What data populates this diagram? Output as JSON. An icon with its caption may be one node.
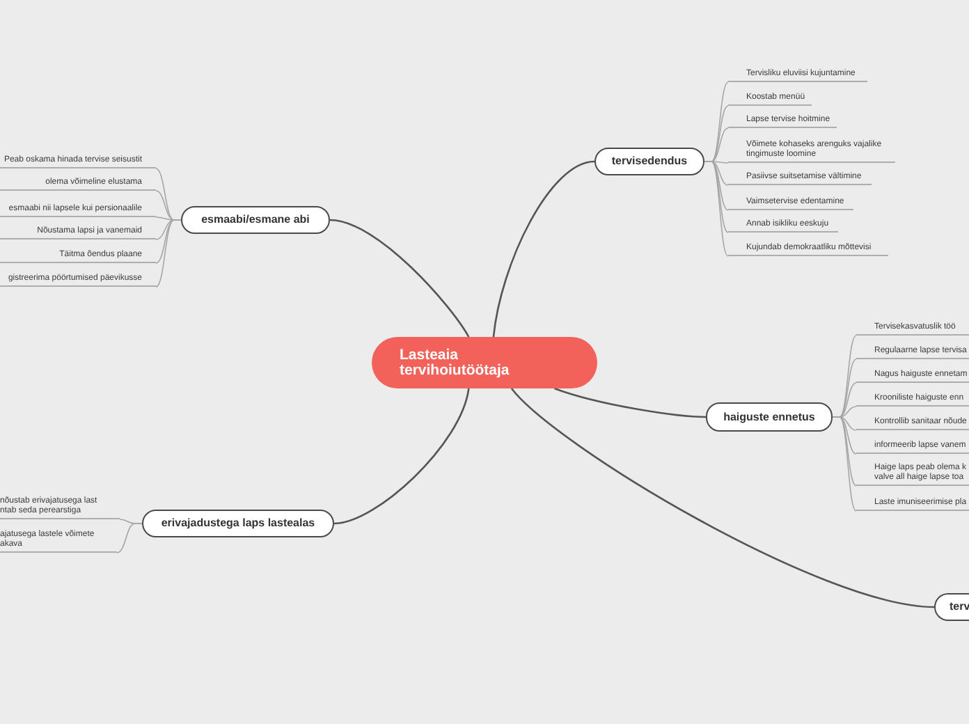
{
  "diagram": {
    "nodes": [
      {
        "text": [
          "Lasteaia tervihoiutöötaja"
        ]
      },
      {
        "text": [
          "tervisedendus"
        ]
      },
      {
        "text": [
          "Tervisliku eluviisi kujuntamine"
        ]
      },
      {
        "text": [
          "Koostab menüü"
        ]
      },
      {
        "text": [
          "Lapse tervise hoitmine"
        ]
      },
      {
        "text": [
          "Võimete kohaseks arenguks vajalike tingimuste loomine"
        ]
      },
      {
        "text": [
          "Pasiivse suitsetamise vältimine"
        ]
      },
      {
        "text": [
          "Vaimsetervise edentamine"
        ]
      },
      {
        "text": [
          "Annab isikliku eeskuju"
        ]
      },
      {
        "text": [
          "Kujundab demokraatliku mõttevisi"
        ]
      },
      {
        "text": [
          "haiguste ennetus"
        ]
      },
      {
        "text": [
          "Tervisekasvatuslik töö"
        ]
      },
      {
        "text": [
          "Regulaarne lapse tervisa"
        ]
      },
      {
        "text": [
          "Nagus haiguste ennetam"
        ]
      },
      {
        "text": [
          "Krooniliste haiguste enn"
        ]
      },
      {
        "text": [
          "Kontrollib sanitaar nõude"
        ]
      },
      {
        "text": [
          "informeerib lapse vanem"
        ]
      },
      {
        "text": [
          "Haige laps peab olema k valve all haige lapse toa"
        ]
      },
      {
        "text": [
          "Laste imuniseerimise pla"
        ]
      },
      {
        "text": [
          "terv"
        ]
      },
      {
        "text": [
          "erivajadustega laps lastealas"
        ]
      },
      {
        "text": [
          "nõustab erivajatusega last ntab seda perearstiga"
        ]
      },
      {
        "text": [
          "ajatusega lastele võimete akava"
        ]
      },
      {
        "text": [
          "esmaabi/esmane abi"
        ]
      },
      {
        "text": [
          "Peab oskama hinada tervise seisustit"
        ]
      },
      {
        "text": [
          "olema võimeline elustama"
        ]
      },
      {
        "text": [
          "esmaabi nii lapsele kui persionaalile"
        ]
      },
      {
        "text": [
          "Nõustama lapsi ja vanemaid"
        ]
      },
      {
        "text": [
          "Täitma õendus plaane"
        ]
      },
      {
        "text": [
          "gistreerima pöörtumised päevikusse"
        ]
      }
    ],
    "edges": [
      {
        "from": 0,
        "to": 1,
        "arrow": "none",
        "color": "#555555"
      },
      {
        "from": 0,
        "to": 10,
        "arrow": "none",
        "color": "#555555"
      },
      {
        "from": 0,
        "to": 19,
        "arrow": "none",
        "color": "#555555"
      },
      {
        "from": 0,
        "to": 20,
        "arrow": "none",
        "color": "#555555"
      },
      {
        "from": 0,
        "to": 23,
        "arrow": "none",
        "color": "#555555"
      },
      {
        "from": 1,
        "to": 2,
        "arrow": "none"
      },
      {
        "from": 1,
        "to": 3,
        "arrow": "none"
      },
      {
        "from": 1,
        "to": 4,
        "arrow": "none"
      },
      {
        "from": 1,
        "to": 5,
        "arrow": "none"
      },
      {
        "from": 1,
        "to": 6,
        "arrow": "none"
      },
      {
        "from": 1,
        "to": 7,
        "arrow": "none"
      },
      {
        "from": 1,
        "to": 8,
        "arrow": "none"
      },
      {
        "from": 1,
        "to": 9,
        "arrow": "none"
      },
      {
        "from": 10,
        "to": 11,
        "arrow": "none"
      },
      {
        "from": 10,
        "to": 12,
        "arrow": "none"
      },
      {
        "from": 10,
        "to": 13,
        "arrow": "none"
      },
      {
        "from": 10,
        "to": 14,
        "arrow": "none"
      },
      {
        "from": 10,
        "to": 15,
        "arrow": "none"
      },
      {
        "from": 10,
        "to": 16,
        "arrow": "none"
      },
      {
        "from": 10,
        "to": 17,
        "arrow": "none"
      },
      {
        "from": 10,
        "to": 18,
        "arrow": "none"
      },
      {
        "from": 20,
        "to": 21,
        "arrow": "none"
      },
      {
        "from": 20,
        "to": 22,
        "arrow": "none"
      },
      {
        "from": 23,
        "to": 24,
        "arrow": "none"
      },
      {
        "from": 23,
        "to": 25,
        "arrow": "none"
      },
      {
        "from": 23,
        "to": 26,
        "arrow": "none"
      },
      {
        "from": 23,
        "to": 27,
        "arrow": "none"
      },
      {
        "from": 23,
        "to": 28,
        "arrow": "none"
      },
      {
        "from": 23,
        "to": 29,
        "arrow": "none"
      }
    ]
  }
}
